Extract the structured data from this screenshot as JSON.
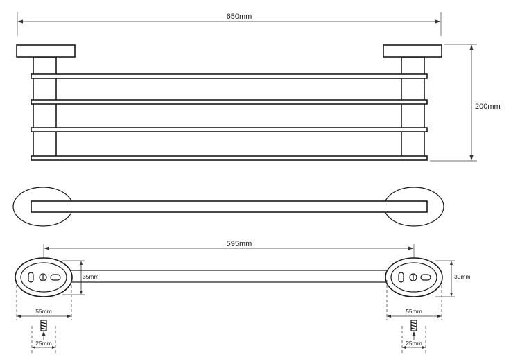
{
  "dimensions": {
    "overall_width": "650mm",
    "height": "200mm",
    "mount_spacing": "595mm",
    "bracket_height_left": "35mm",
    "bracket_height_right": "30mm",
    "base_width_left": "55mm",
    "base_width_right": "55mm",
    "screw_spacing_left": "25mm",
    "screw_spacing_right": "25mm"
  },
  "views": [
    "front-view",
    "top-view",
    "mounting-view"
  ],
  "rails": {
    "count": 4
  }
}
